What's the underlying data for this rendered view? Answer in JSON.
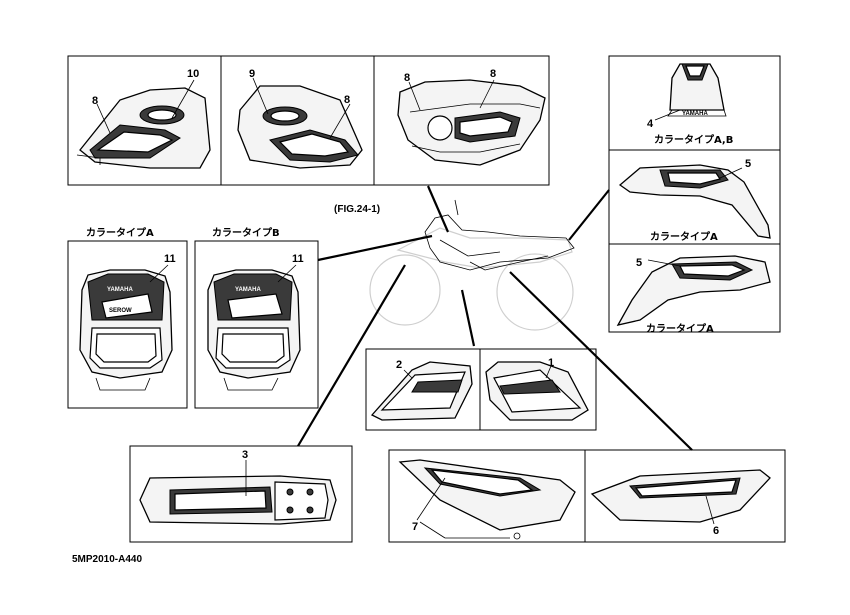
{
  "diagram_id": "5MP2010-A440",
  "figure_ref": "(FIG.24-1)",
  "brand": "YAMAHA",
  "cowl_logo": "SEROW",
  "captions": {
    "color_type_a": "カラータイプA",
    "color_type_b": "カラータイプB",
    "color_type_ab": "カラータイプA,B"
  },
  "callouts": {
    "c1": "1",
    "c2": "2",
    "c3": "3",
    "c4": "4",
    "c5": "5",
    "c6": "6",
    "c7": "7",
    "c8": "8",
    "c9": "9",
    "c10": "10",
    "c11": "11"
  }
}
